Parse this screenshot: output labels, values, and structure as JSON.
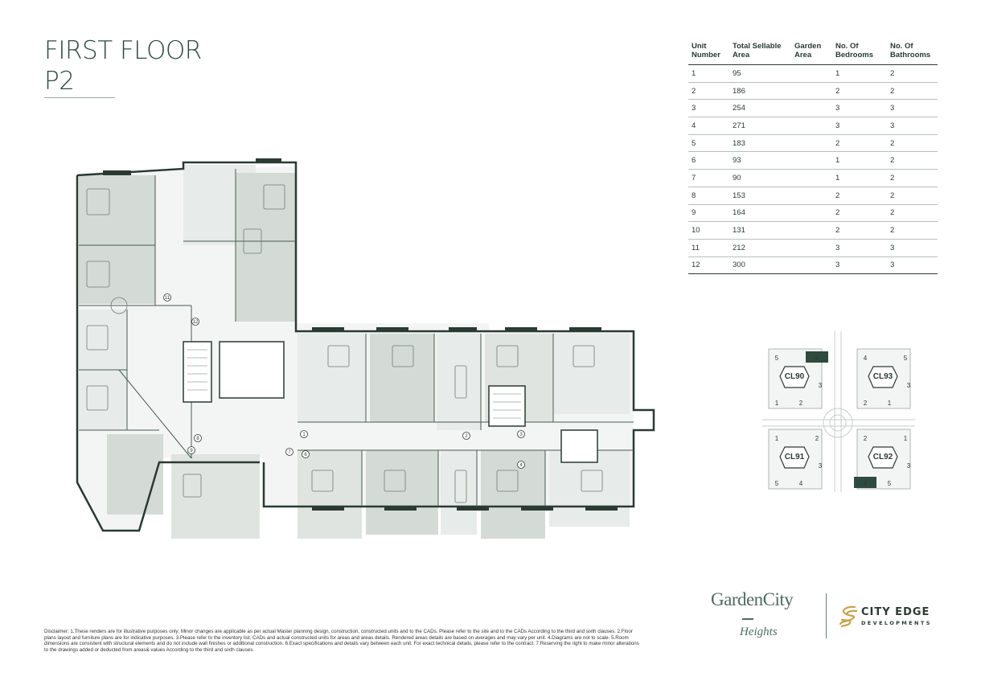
{
  "title": {
    "line1": "FIRST FLOOR",
    "line2": "P2"
  },
  "unit_table": {
    "headers": [
      "Unit Number",
      "Total Sellable Area",
      "Garden Area",
      "No. Of Bedrooms",
      "No. Of Bathrooms"
    ],
    "rows": [
      [
        "1",
        "95",
        "",
        "1",
        "2"
      ],
      [
        "2",
        "186",
        "",
        "2",
        "2"
      ],
      [
        "3",
        "254",
        "",
        "3",
        "3"
      ],
      [
        "4",
        "271",
        "",
        "3",
        "3"
      ],
      [
        "5",
        "183",
        "",
        "2",
        "2"
      ],
      [
        "6",
        "93",
        "",
        "1",
        "2"
      ],
      [
        "7",
        "90",
        "",
        "1",
        "2"
      ],
      [
        "8",
        "153",
        "",
        "2",
        "2"
      ],
      [
        "9",
        "164",
        "",
        "2",
        "2"
      ],
      [
        "10",
        "131",
        "",
        "2",
        "2"
      ],
      [
        "11",
        "212",
        "",
        "3",
        "3"
      ],
      [
        "12",
        "300",
        "",
        "3",
        "3"
      ]
    ]
  },
  "plan_unit_markers": [
    "1",
    "2",
    "3",
    "4",
    "6",
    "7",
    "8",
    "9",
    "11",
    "12"
  ],
  "key_map": {
    "buildings": [
      {
        "name": "CL90",
        "units": [
          "5",
          "4",
          "3",
          "1",
          "2"
        ],
        "highlight": "4"
      },
      {
        "name": "CL93",
        "units": [
          "4",
          "5",
          "3",
          "2",
          "1"
        ]
      },
      {
        "name": "CL91",
        "units": [
          "1",
          "2",
          "3",
          "5",
          "4"
        ]
      },
      {
        "name": "CL92",
        "units": [
          "2",
          "1",
          "3",
          "4",
          "5"
        ],
        "highlight": "4"
      }
    ],
    "highlight_color": "#2f4a3f"
  },
  "branding": {
    "project_name": "GardenCity",
    "project_sub": "Heights",
    "developer_name": "CITY EDGE",
    "developer_sub": "DEVELOPMENTS",
    "accent_color": "#4f6b5f",
    "logo_color": "#c9a24a"
  },
  "disclaimer": "Disclaimer: 1.These renders are for illustrative purposes only; Minor changes are applicable as per actual Master planning design, construction, constructed units and to the CADs. Please refer to the site and to the CADs According to the third and sixth clauses. 2.Floor plans layout and furniture plans are for indicative purposes. 3.Please refer to the inventory list, CADs and actual constructed units for areas and areas details. Rendered areas details are based on averages and may vary per unit. 4.Diagrams are not to scale. 5.Room dimensions are consistent with structural elements and do not include wall finishes or additional construction. 6.Exact specifications and details vary between each unit. For exact technical details, please refer to the contract. 7.Reserving the right to make minor alterations to the drawings added or deducted from areas& values According to the third and sixth clauses."
}
